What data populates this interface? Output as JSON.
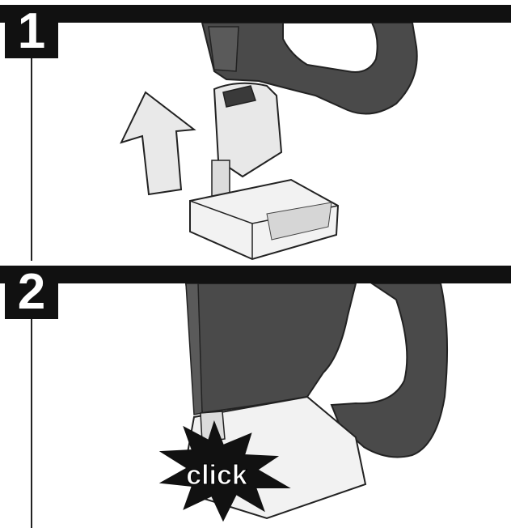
{
  "steps": [
    {
      "number": "1"
    },
    {
      "number": "2",
      "callout": "click"
    }
  ],
  "icons": [
    "up-arrow-icon",
    "click-burst-icon"
  ],
  "colors": {
    "bar": "#111111",
    "tool": "#4a4a4a",
    "battery": "#eeeeee"
  }
}
